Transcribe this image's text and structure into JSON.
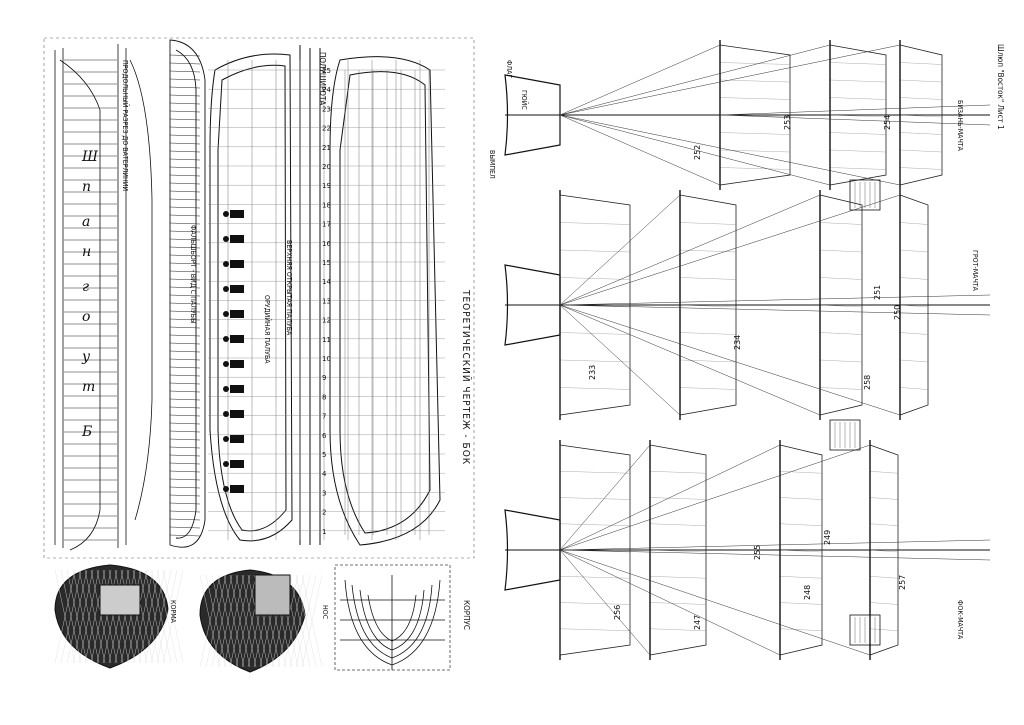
{
  "sheet": {
    "title": "Шлюп \"Восток\" Лист 1",
    "labels": {
      "theoretical": "ТЕОРЕТИЧЕСКИЙ ЧЕРТЕЖ - БОК",
      "half_breadth": "ПОЛУШИРОТА",
      "korpus": "КОРПУС",
      "korma": "КОРМА",
      "nos": "НОС",
      "falshbort": "ФАЛЬШБОРТ - ВИД С ПАЛУБЫ",
      "prodolny": "ПРОДОЛЬНЫЙ РАЗРЕЗ ДО ВАТЕРЛИНИИ",
      "verkhnyaya": "ВЕРХНЯЯ ОТКРЫТАЯ ПАЛУБА",
      "orudiynaya": "ОРУДИЙНАЯ ПАЛУБА",
      "bizan": "БИЗАНЬ-МАЧТА",
      "grot": "ГРОТ-МАЧТА",
      "fok": "ФОК-МАЧТА",
      "flag": "ФЛАГ",
      "gius": "ГЮЙС",
      "vympel": "ВЫМПЕЛ"
    },
    "script_letters": [
      "Ш",
      "п",
      "а",
      "н",
      "г",
      "о",
      "у",
      "т",
      "Б"
    ],
    "station_numbers": [
      "25",
      "24",
      "23",
      "22",
      "21",
      "20",
      "19",
      "18",
      "17",
      "16",
      "15",
      "14",
      "13",
      "12",
      "11",
      "10",
      "9",
      "8",
      "7",
      "6",
      "5",
      "4",
      "3",
      "2",
      "1"
    ],
    "detail_numbers": [
      "233",
      "234",
      "247",
      "248",
      "249",
      "250",
      "251",
      "252",
      "253",
      "254",
      "255",
      "256",
      "257",
      "258"
    ]
  }
}
